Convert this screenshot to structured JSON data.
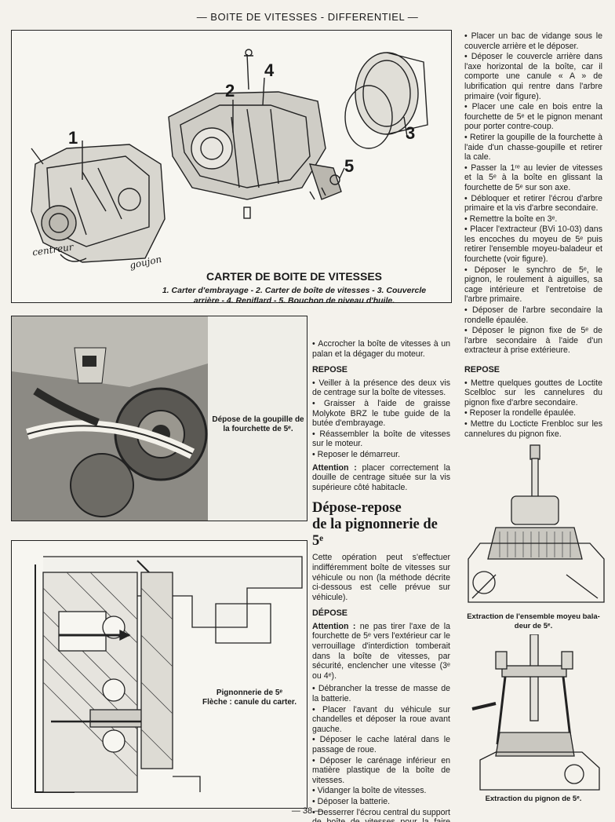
{
  "header": {
    "title": "— BOITE DE VITESSES - DIFFERENTIEL —"
  },
  "figure_top": {
    "title": "CARTER DE BOITE DE VITESSES",
    "caption_line1": "1. Carter d'embrayage - 2. Carter de boîte de vitesses - 3. Couvercle",
    "caption_line2": "arrière - 4. Reniflard - 5. Bouchon de niveau d'huile.",
    "labels": [
      "1",
      "2",
      "3",
      "4",
      "5"
    ],
    "handwritten": [
      "centreur",
      "goujon"
    ]
  },
  "photo_goupille": {
    "caption_line1": "Dépose de la goupille de",
    "caption_line2": "la fourchette de 5ᵉ."
  },
  "figure_pignonnerie": {
    "caption_line1": "Pignonnerie de 5ᵉ",
    "caption_line2": "Flèche : canule du carter."
  },
  "middle_column": {
    "intro": "Accrocher la boîte de vitesses à un palan et la dégager du moteur.",
    "repose_head": "REPOSE",
    "repose_items": [
      "Veiller à la présence des deux vis de centrage sur la boîte de vitesses.",
      "Graisser à l'aide de graisse Molykote BRZ le tube guide de la butée d'embrayage.",
      "Réassembler la boîte de vitesses sur le moteur.",
      "Reposer le démarreur."
    ],
    "attention_label": "Attention :",
    "attention_text": "placer correctement la douille de centrage située sur la vis supérieure côté habitacle.",
    "section_title_line1": "Dépose-repose",
    "section_title_line2": "de la pignonnerie de 5ᵉ",
    "section_intro": "Cette opération peut s'effectuer indifféremment boîte de vitesses sur véhicule ou non (la méthode décrite ci-dessous est celle prévue sur véhicule).",
    "depose_head": "DÉPOSE",
    "depose_attention_label": "Attention :",
    "depose_attention_text": "ne pas tirer l'axe de la fourchette de 5ᵉ vers l'extérieur car le verrouillage d'interdiction tomberait dans la boîte de vitesses, par sécurité, enclencher une vitesse (3ᵉ ou 4ᵉ).",
    "depose_items": [
      "Débrancher la tresse de masse de la batterie.",
      "Placer l'avant du véhicule sur chandelles et déposer la roue avant gauche.",
      "Déposer le cache latéral dans le passage de roue.",
      "Déposer le carénage inférieur en matière plastique de la boîte de vitesses.",
      "Vidanger la boîte de vitesses.",
      "Déposer la batterie.",
      "Desserrer l'écrou central du support de boîte de vitesses pour la faire descendre."
    ]
  },
  "right_column": {
    "items": [
      "Placer un bac de vidange sous le couvercle arrière et le déposer.",
      "Déposer le couvercle arrière dans l'axe horizontal de la boîte, car il comporte une canule « A » de lubrification qui rentre dans l'arbre primaire (voir figure).",
      "Placer une cale en bois entre la fourchette de 5ᵉ et le pignon menant pour porter contre-coup.",
      "Retirer la goupille de la fourchette à l'aide d'un chasse-goupille et retirer la cale.",
      "Passer la 1ʳᵉ au levier de vitesses et la 5ᵉ à la boîte en glissant la fourchette de 5ᵉ sur son axe.",
      "Débloquer et retirer l'écrou d'arbre primaire et la vis d'arbre secondaire.",
      "Remettre la boîte en 3ᵉ.",
      "Placer l'extracteur (BVi 10-03) dans les encoches du moyeu de 5ᵉ puis retirer l'ensemble moyeu-baladeur et fourchette (voir figure).",
      "Déposer le synchro de 5ᵉ, le pignon, le roulement à aiguilles, sa cage intérieure et l'entretoise de l'arbre primaire.",
      "Déposer de l'arbre secondaire la rondelle épaulée.",
      "Déposer le pignon fixe de 5ᵉ de l'arbre secondaire à l'aide d'un extracteur à prise extérieure."
    ],
    "repose_head": "REPOSE",
    "repose_items": [
      "Mettre quelques gouttes de Loctite Scelbloc sur les cannelures du pignon fixe d'arbre secondaire.",
      "Reposer la rondelle épaulée.",
      "Mettre du Locticte Frenbloc sur les cannelures du pignon fixe."
    ],
    "fig1_caption_line1": "Extraction de l'ensemble moyeu bala-",
    "fig1_caption_line2": "deur de 5ᵉ.",
    "fig2_caption": "Extraction du pignon de 5ᵉ."
  },
  "footer": {
    "page": "— 38 —"
  }
}
